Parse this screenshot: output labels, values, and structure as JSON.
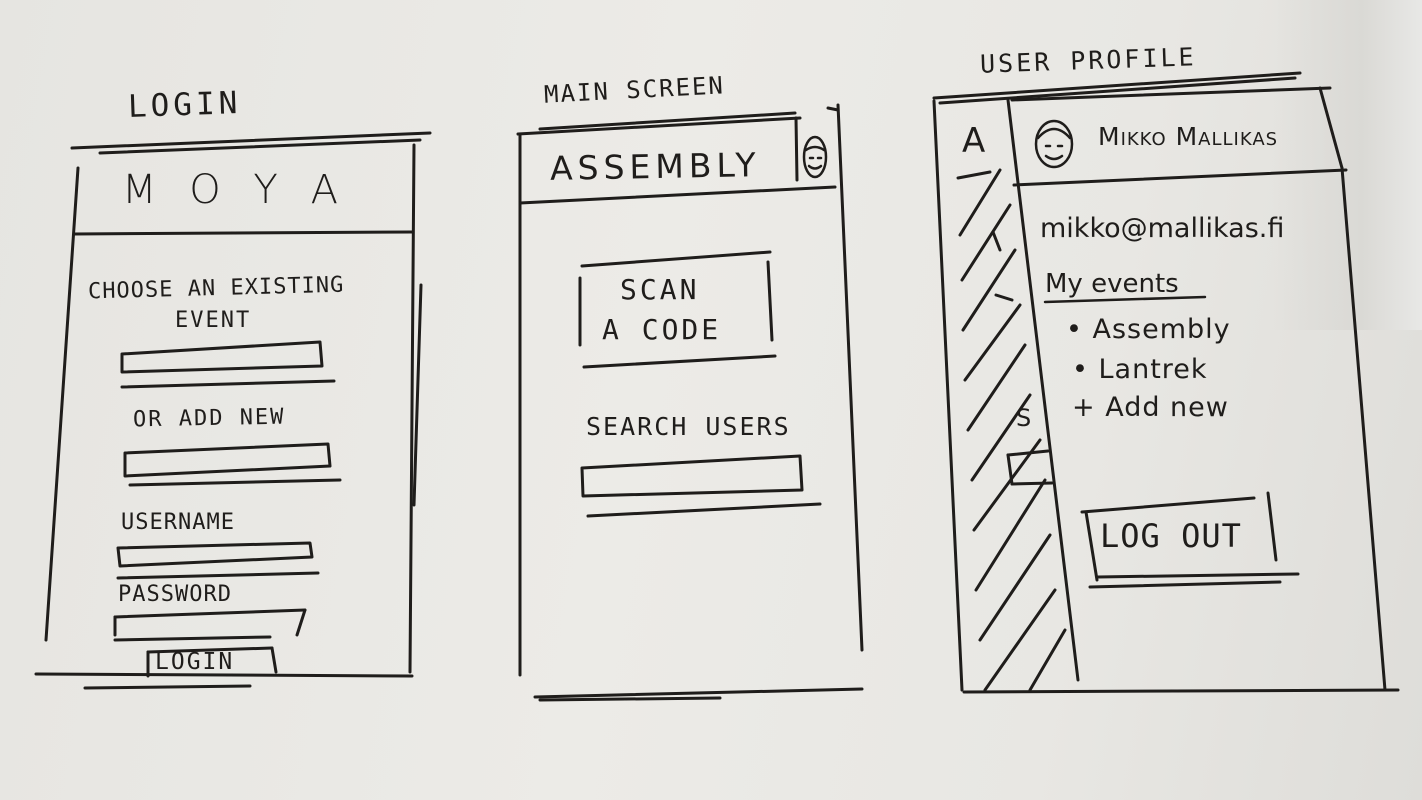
{
  "login": {
    "heading": "LOGIN",
    "app_title": "M O Y A",
    "choose_line1": "CHOOSE AN EXISTING",
    "choose_line2": "EVENT",
    "or_add_new": "OR ADD NEW",
    "username_label": "USERNAME",
    "password_label": "PASSWORD",
    "login_button": "LOGIN"
  },
  "main": {
    "heading": "MAIN SCREEN",
    "event_title": "ASSEMBLY",
    "scan_line1": "SCAN",
    "scan_line2": "A CODE",
    "search_label": "SEARCH USERS"
  },
  "profile": {
    "heading": "USER PROFILE",
    "user_name": "Mikko Mallikas",
    "email": "mikko@mallikas.fi",
    "events_heading": "My events",
    "events": [
      "• Assembly",
      "• Lantrek",
      "+ Add new"
    ],
    "logout_button": "LOG OUT",
    "behind_letters": [
      "A",
      "S"
    ]
  }
}
